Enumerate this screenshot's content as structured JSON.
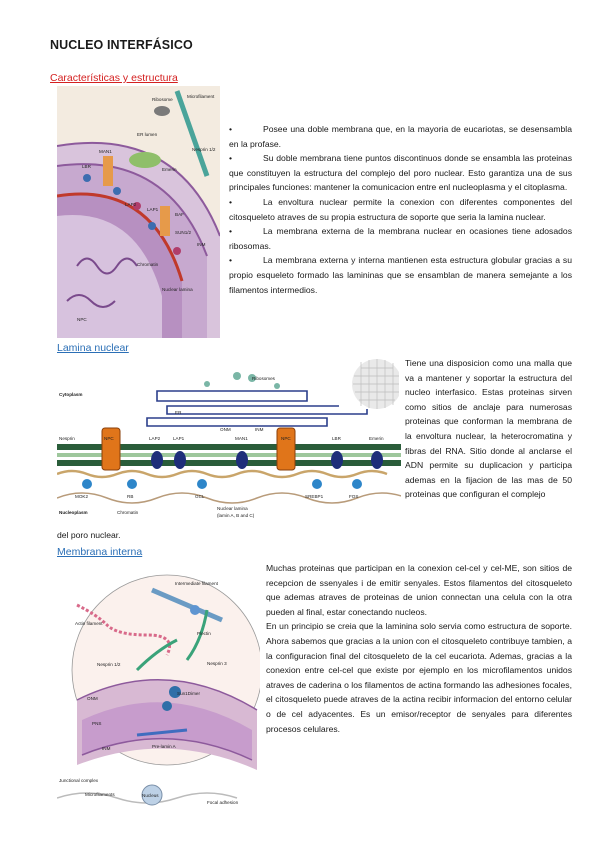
{
  "title": "NUCLEO INTERFÁSICO",
  "section1": {
    "heading": "Características y estructura",
    "bullets": [
      "Posee una doble membrana que, en la mayoria de eucariotas, se desensambla en la profase.",
      "Su doble membrana tiene puntos discontinuos donde se ensambla las proteinas que constituyen la estructura del complejo del poro nuclear. Esto garantiza una de sus principales funciones: mantener la comunicacion entre enl nucleoplasma y el citoplasma.",
      "La envoltura nuclear permite la conexion con diferentes componentes del citosqueleto atraves de su propia estructura de soporte que seria la lamina nuclear.",
      "La membrana externa de la membrana nuclear  en ocasiones tiene adosados ribosomas.",
      "La membrana externa y interna mantienen esta estructura globular gracias a su propio esqueleto formado las lamininas que se ensamblan de manera semejante a los filamentos intermedios."
    ],
    "figure_labels": [
      "Ribosome",
      "Microfilament",
      "ER lumen",
      "Nesprin 1/2",
      "LBR",
      "MAN1",
      "Emerin",
      "LAP2",
      "LAP1",
      "BAF",
      "SUN1/2",
      "INM",
      "Chromatin",
      "NPC",
      "Nuclear lamina"
    ]
  },
  "section2": {
    "heading": "Lamina nuclear",
    "text": "Tiene una disposicion como una malla que va a mantener y soportar la estructura del nucleo interfasico. Estas proteinas sirven como sitios de anclaje para numerosas proteinas que conforman la membrana de la envoltura nuclear, la heterocromatina y fibras del RNA. Sitio donde al anclarse el ADN permite su duplicacion y participa ademas en la fijacion de las mas de 50 proteinas que configuran el complejo",
    "text_tail": "del poro nuclear.",
    "figure_labels": {
      "ribosomes": "Ribosomes",
      "cytoplasm": "Cytoplasm",
      "er": "ER",
      "onm": "ONM",
      "inm": "INM",
      "nesprin": "Nesprin",
      "npc_left": "NPC",
      "lap2": "LAP2",
      "lap1": "LAP1",
      "man1": "MAN1",
      "npc_right": "NPC",
      "lbr": "LBR",
      "emerin": "Emerin",
      "mok2": "MOK2",
      "rb": "RB",
      "gcl": "GCL",
      "srebp1": "SREBP1",
      "fos": "FOS",
      "nucleoplasm": "Nucleoplasm",
      "chromatin": "Chromatin",
      "nuclear_lamina": "Nuclear lamina",
      "lamins": "(lamin A, B and C)"
    }
  },
  "section3": {
    "heading": "Membrana interna",
    "paragraphs": [
      "Muchas proteinas que participan en la conexion cel-cel y cel-ME, son sitios de recepcion de ssenyales i de emitir senyales. Estos filamentos del citosqueleto que ademas atraves de proteinas de union connectan una celula con la otra pueden al final, estar conectando nucleos.",
      "En un principio se creia que la laminina solo servia como estructura de soporte. Ahora sabemos que gracias a la union con el citosqueleto contribuye tambien, a la configuracion final del citosqueleto de la cel eucariota. Ademas, gracias a la conexion entre cel-cel que existe por ejemplo en los microfilamentos unidos atraves de caderina o los filamentos de actina formando las adhesiones focales, el citosqueleto puede atraves de la actina recibir informacion del entorno celular o de cel adyacentes. Es un emisor/receptor de senyales para diferentes procesos celulares."
    ],
    "figure_labels": {
      "intermediate": "Intermediate filament",
      "actin": "Actin filament",
      "plectin": "Plectin",
      "nesprin12": "Nesprin 1/2",
      "nesprin3": "Nesprin 3",
      "onm": "ONM",
      "pns": "PNS",
      "sun1": "Sun1Dimer",
      "inm": "INM",
      "prelamin": "Pre-lamin A",
      "junctional": "Junctional complex",
      "microfilaments": "Microfilaments",
      "nucleus": "Nucleus",
      "focal": "Focal adhesion"
    }
  }
}
